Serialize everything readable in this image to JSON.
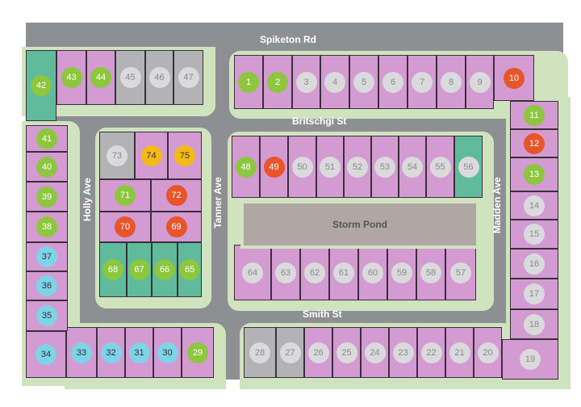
{
  "streets": {
    "spiketon": "Spiketon Rd",
    "britschgi": "Britschgi St",
    "holly": "Holly Ave",
    "tanner": "Tanner Ave",
    "madden": "Madden Ave",
    "smith": "Smith St"
  },
  "pond_label": "Storm Pond",
  "status_colors": {
    "sold": "#8dc63f",
    "available": "#dadadc",
    "red": "#e8552b",
    "yellow": "#f5b916",
    "cyan": "#7fd3e6"
  },
  "lots": [
    {
      "n": "1",
      "s": "sold"
    },
    {
      "n": "2",
      "s": "sold"
    },
    {
      "n": "3",
      "s": "available"
    },
    {
      "n": "4",
      "s": "available"
    },
    {
      "n": "5",
      "s": "available"
    },
    {
      "n": "6",
      "s": "available"
    },
    {
      "n": "7",
      "s": "available"
    },
    {
      "n": "8",
      "s": "available"
    },
    {
      "n": "9",
      "s": "available"
    },
    {
      "n": "10",
      "s": "red"
    },
    {
      "n": "11",
      "s": "sold"
    },
    {
      "n": "12",
      "s": "red"
    },
    {
      "n": "13",
      "s": "sold"
    },
    {
      "n": "14",
      "s": "available"
    },
    {
      "n": "15",
      "s": "available"
    },
    {
      "n": "16",
      "s": "available"
    },
    {
      "n": "17",
      "s": "available"
    },
    {
      "n": "18",
      "s": "available"
    },
    {
      "n": "19",
      "s": "available"
    },
    {
      "n": "20",
      "s": "available"
    },
    {
      "n": "21",
      "s": "available"
    },
    {
      "n": "22",
      "s": "available"
    },
    {
      "n": "23",
      "s": "available"
    },
    {
      "n": "24",
      "s": "available"
    },
    {
      "n": "25",
      "s": "available"
    },
    {
      "n": "26",
      "s": "available"
    },
    {
      "n": "27",
      "s": "available",
      "lot": "gray"
    },
    {
      "n": "28",
      "s": "available",
      "lot": "gray"
    },
    {
      "n": "29",
      "s": "sold"
    },
    {
      "n": "30",
      "s": "cyan"
    },
    {
      "n": "31",
      "s": "cyan"
    },
    {
      "n": "32",
      "s": "cyan"
    },
    {
      "n": "33",
      "s": "cyan"
    },
    {
      "n": "34",
      "s": "cyan"
    },
    {
      "n": "35",
      "s": "cyan"
    },
    {
      "n": "36",
      "s": "cyan"
    },
    {
      "n": "37",
      "s": "cyan"
    },
    {
      "n": "38",
      "s": "sold"
    },
    {
      "n": "39",
      "s": "sold"
    },
    {
      "n": "40",
      "s": "sold"
    },
    {
      "n": "41",
      "s": "sold"
    },
    {
      "n": "42",
      "s": "sold",
      "lot": "teal"
    },
    {
      "n": "43",
      "s": "sold"
    },
    {
      "n": "44",
      "s": "sold"
    },
    {
      "n": "45",
      "s": "available",
      "lot": "gray"
    },
    {
      "n": "46",
      "s": "available",
      "lot": "gray"
    },
    {
      "n": "47",
      "s": "available",
      "lot": "gray"
    },
    {
      "n": "48",
      "s": "sold"
    },
    {
      "n": "49",
      "s": "red"
    },
    {
      "n": "50",
      "s": "available"
    },
    {
      "n": "51",
      "s": "available"
    },
    {
      "n": "52",
      "s": "available"
    },
    {
      "n": "53",
      "s": "available"
    },
    {
      "n": "54",
      "s": "available"
    },
    {
      "n": "55",
      "s": "available"
    },
    {
      "n": "56",
      "s": "available",
      "lot": "teal"
    },
    {
      "n": "57",
      "s": "available"
    },
    {
      "n": "58",
      "s": "available"
    },
    {
      "n": "59",
      "s": "available"
    },
    {
      "n": "60",
      "s": "available"
    },
    {
      "n": "61",
      "s": "available"
    },
    {
      "n": "62",
      "s": "available"
    },
    {
      "n": "63",
      "s": "available"
    },
    {
      "n": "64",
      "s": "available"
    },
    {
      "n": "65",
      "s": "sold",
      "lot": "teal"
    },
    {
      "n": "66",
      "s": "sold",
      "lot": "teal"
    },
    {
      "n": "67",
      "s": "sold",
      "lot": "teal"
    },
    {
      "n": "68",
      "s": "sold",
      "lot": "teal"
    },
    {
      "n": "69",
      "s": "red"
    },
    {
      "n": "70",
      "s": "red"
    },
    {
      "n": "71",
      "s": "sold"
    },
    {
      "n": "72",
      "s": "red"
    },
    {
      "n": "73",
      "s": "available",
      "lot": "gray"
    },
    {
      "n": "74",
      "s": "yellow"
    },
    {
      "n": "75",
      "s": "yellow"
    }
  ]
}
